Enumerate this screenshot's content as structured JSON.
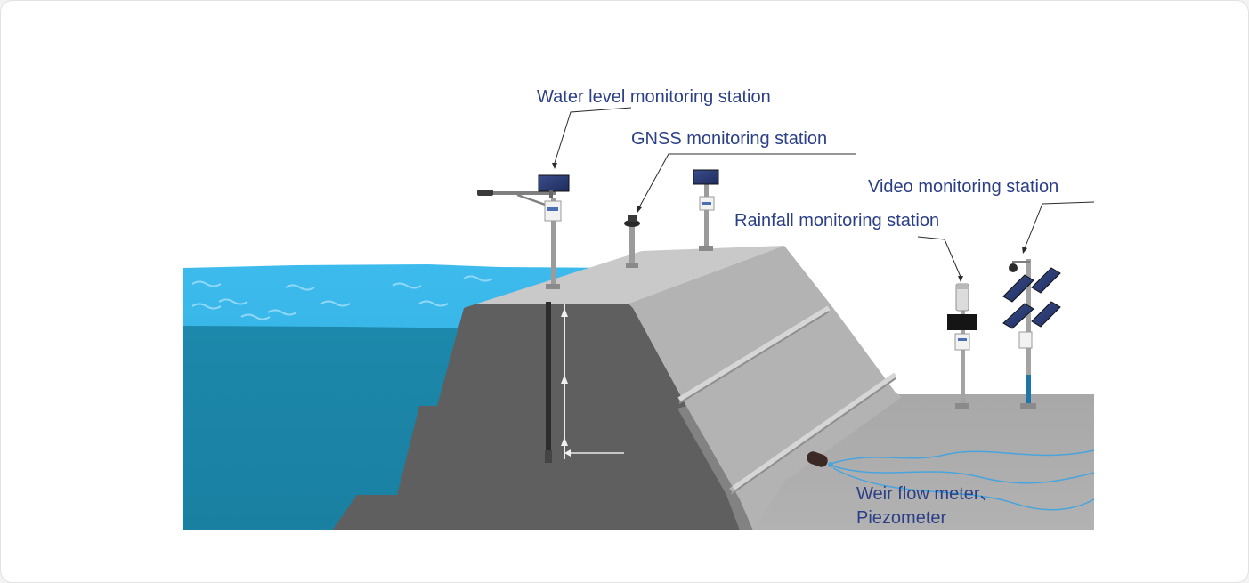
{
  "labels": {
    "water_level": "Water level monitoring station",
    "gnss": "GNSS  monitoring station",
    "video": "Video monitoring station",
    "rainfall": "Rainfall monitoring station",
    "weir_line1": "Weir flow meter、",
    "weir_line2": "Piezometer"
  },
  "colors": {
    "label_text": "#2b3f86",
    "water_surface": "#38b6e8",
    "water_deep": "#1b86a8",
    "dam_dark": "#5e5e5e",
    "dam_light": "#b4b4b4",
    "ground": "#a9a9a9"
  }
}
